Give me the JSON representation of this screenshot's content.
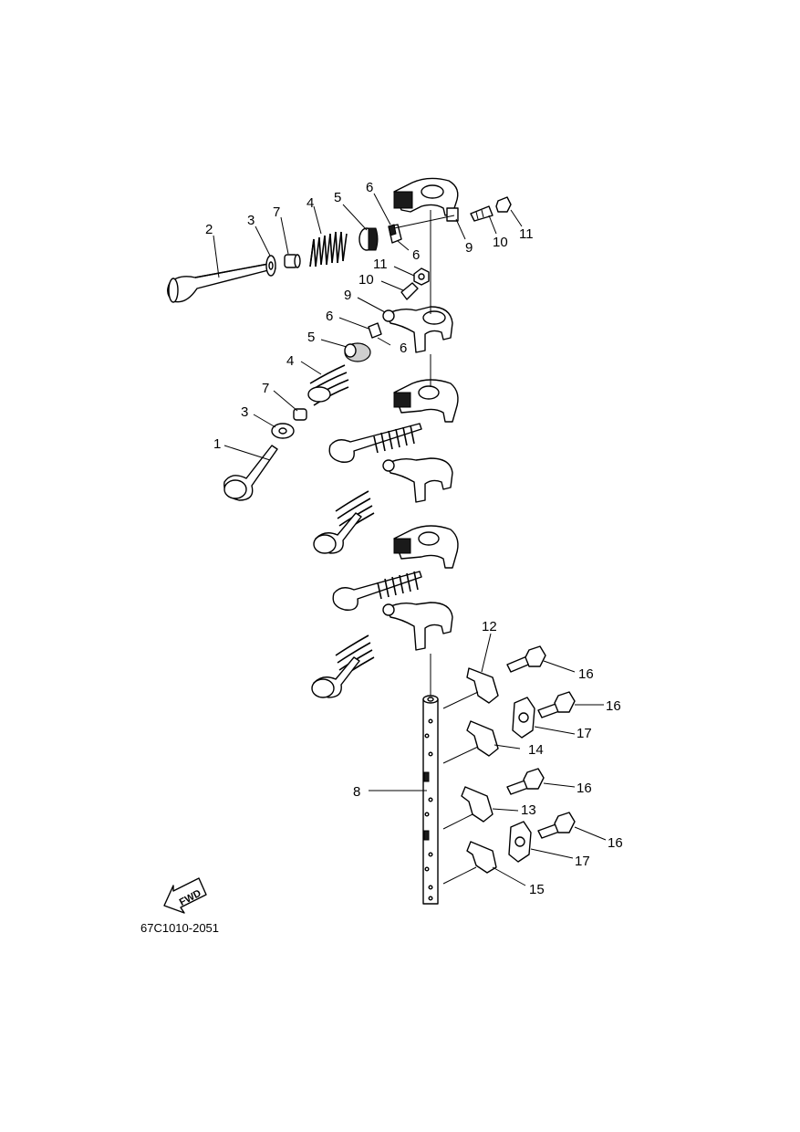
{
  "diagram": {
    "drawing_code": "67C1010-2051",
    "fwd_label": "FWD",
    "callouts": [
      {
        "id": "c2",
        "label": "2"
      },
      {
        "id": "c3a",
        "label": "3"
      },
      {
        "id": "c7a",
        "label": "7"
      },
      {
        "id": "c4a",
        "label": "4"
      },
      {
        "id": "c5a",
        "label": "5"
      },
      {
        "id": "c6a",
        "label": "6"
      },
      {
        "id": "c6b",
        "label": "6"
      },
      {
        "id": "c9a",
        "label": "9"
      },
      {
        "id": "c10a",
        "label": "10"
      },
      {
        "id": "c11a",
        "label": "11"
      },
      {
        "id": "c11b",
        "label": "11"
      },
      {
        "id": "c10b",
        "label": "10"
      },
      {
        "id": "c9b",
        "label": "9"
      },
      {
        "id": "c6c",
        "label": "6"
      },
      {
        "id": "c6d",
        "label": "6"
      },
      {
        "id": "c5b",
        "label": "5"
      },
      {
        "id": "c4b",
        "label": "4"
      },
      {
        "id": "c7b",
        "label": "7"
      },
      {
        "id": "c3b",
        "label": "3"
      },
      {
        "id": "c1",
        "label": "1"
      },
      {
        "id": "c12",
        "label": "12"
      },
      {
        "id": "c16a",
        "label": "16"
      },
      {
        "id": "c16b",
        "label": "16"
      },
      {
        "id": "c17a",
        "label": "17"
      },
      {
        "id": "c14",
        "label": "14"
      },
      {
        "id": "c8",
        "label": "8"
      },
      {
        "id": "c16c",
        "label": "16"
      },
      {
        "id": "c13",
        "label": "13"
      },
      {
        "id": "c16d",
        "label": "16"
      },
      {
        "id": "c17b",
        "label": "17"
      },
      {
        "id": "c15",
        "label": "15"
      }
    ]
  }
}
